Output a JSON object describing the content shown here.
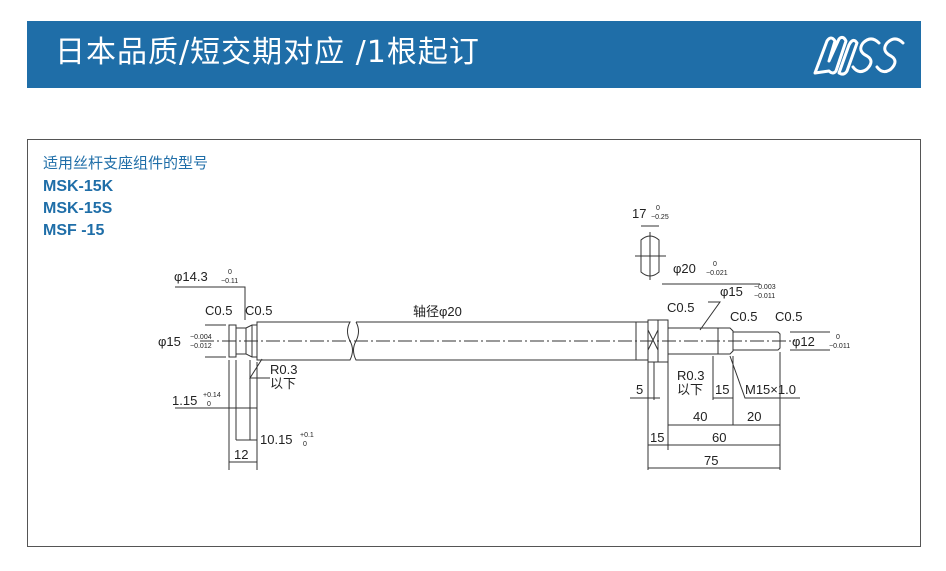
{
  "header": {
    "title": "日本品质/短交期对应 /1根起订",
    "logo_text": "MSS"
  },
  "panel": {
    "caption": "适用丝杆支座组件的型号",
    "models": [
      "MSK-15K",
      "MSK-15S",
      "MSF -15"
    ]
  },
  "drawing": {
    "shaft_label": "轴径φ20",
    "left": {
      "d143": "φ14.3",
      "d143_tol_u": "0",
      "d143_tol_l": "−0.11",
      "c05a": "C0.5",
      "c05b": "C0.5",
      "d15": "φ15",
      "d15_tol_u": "−0.004",
      "d15_tol_l": "−0.012",
      "r03": "R0.3",
      "r03_note": "以下",
      "w115": "1.15",
      "w115_tol_u": "+0.14",
      "w115_tol_l": "0",
      "w1015": "10.15",
      "w1015_tol_u": "+0.1",
      "w1015_tol_l": "0",
      "w12": "12"
    },
    "right": {
      "w17": "17",
      "w17_tol_u": "0",
      "w17_tol_l": "−0.25",
      "d20": "φ20",
      "d20_tol_u": "0",
      "d20_tol_l": "−0.021",
      "d15": "φ15",
      "d15_tol_u": "−0.003",
      "d15_tol_l": "−0.011",
      "c05a": "C0.5",
      "c05b": "C0.5",
      "c05c": "C0.5",
      "d12": "φ12",
      "d12_tol_u": "0",
      "d12_tol_l": "−0.011",
      "r03": "R0.3",
      "r03_note": "以下",
      "thread": "M15×1.0",
      "w5": "5",
      "w15a": "15",
      "w40": "40",
      "w20": "20",
      "w15b": "15",
      "w60": "60",
      "w75": "75"
    }
  },
  "colors": {
    "brand": "#1f6ea8"
  }
}
